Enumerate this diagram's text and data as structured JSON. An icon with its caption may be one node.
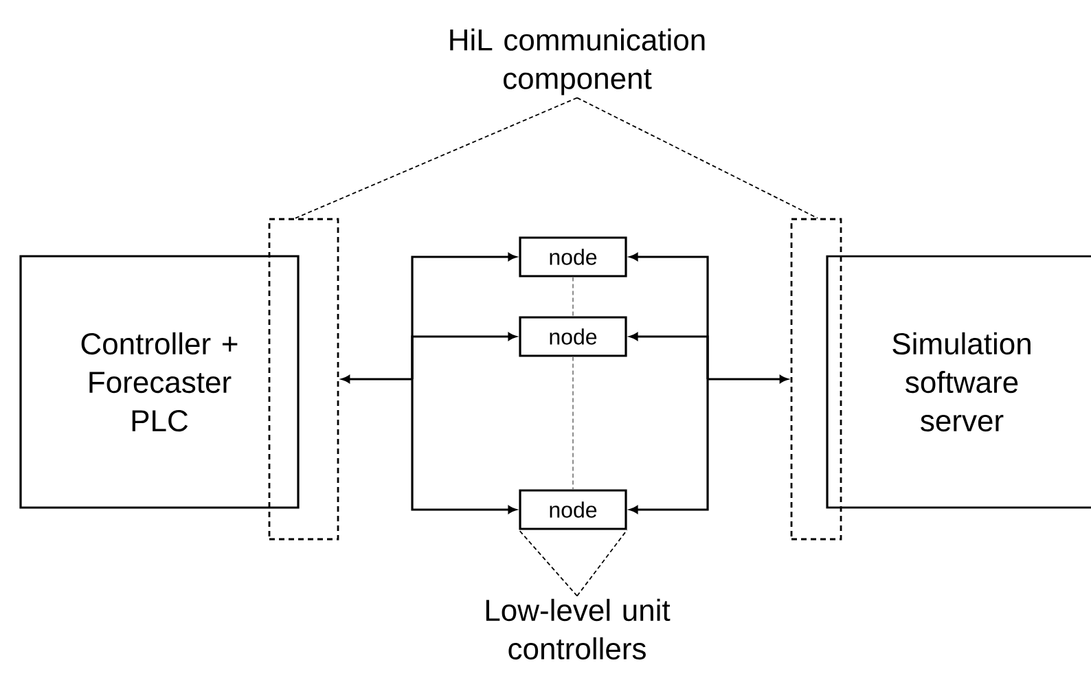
{
  "diagram": {
    "nodes": [
      {
        "text": [
          "Controller + Forecaster PLC"
        ]
      },
      {
        "text": [],
        "shape": "box"
      },
      {
        "text": [
          "node"
        ]
      },
      {
        "text": [
          "node"
        ]
      },
      {
        "text": [
          "node"
        ]
      },
      {
        "text": [],
        "shape": "box"
      },
      {
        "text": [
          "Simulation software server"
        ]
      },
      {
        "text": [
          "HiL communication component"
        ]
      },
      {
        "text": [
          "Low-level unit controllers"
        ]
      }
    ],
    "edges": [
      {
        "from": 1,
        "to": 2,
        "arrow": "both"
      },
      {
        "from": 1,
        "to": 3,
        "arrow": "both"
      },
      {
        "from": 1,
        "to": 4,
        "arrow": "both"
      },
      {
        "from": 5,
        "to": 2,
        "arrow": "both"
      },
      {
        "from": 5,
        "to": 3,
        "arrow": "both"
      },
      {
        "from": 5,
        "to": 4,
        "arrow": "both"
      },
      {
        "from": 2,
        "to": 3,
        "arrow": "none",
        "style": "dashed",
        "color": "#808080"
      },
      {
        "from": 3,
        "to": 4,
        "arrow": "none",
        "style": "dashed",
        "color": "#808080"
      },
      {
        "from": 7,
        "to": 1,
        "arrow": "none",
        "style": "dashed"
      },
      {
        "from": 7,
        "to": 5,
        "arrow": "none",
        "style": "dashed"
      },
      {
        "from": 8,
        "to": 4,
        "arrow": "none",
        "style": "dashed"
      },
      {
        "from": 8,
        "to": 4,
        "arrow": "none",
        "style": "dashed"
      }
    ]
  }
}
